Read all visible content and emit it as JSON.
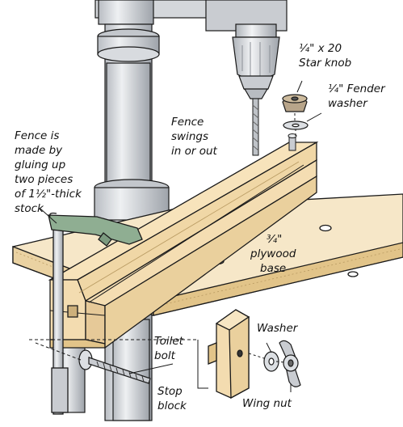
{
  "labels": {
    "star_knob": [
      "¼\" x 20",
      "Star knob"
    ],
    "fender_washer": [
      "¼\" Fender",
      "washer"
    ],
    "fence_swings": [
      "Fence",
      "swings",
      "in or out"
    ],
    "fence_made": [
      "Fence is",
      "made by",
      "gluing up",
      "two pieces",
      "of 1½\"-thick",
      "stock"
    ],
    "plywood": [
      "¾\"",
      "plywood",
      "base"
    ],
    "toilet_bolt": [
      "Toilet",
      "bolt"
    ],
    "washer": "Washer",
    "stop_block": [
      "Stop",
      "block"
    ],
    "wing_nut": "Wing nut"
  },
  "colors": {
    "wood": "#f3dcb0",
    "wood_dark": "#e2c489",
    "plywood_top": "#f6e7c8",
    "metal": "#d4d7db",
    "metal_dark": "#9ea3aa",
    "clamp": "#8fae92",
    "outline": "#1a1a1a"
  }
}
